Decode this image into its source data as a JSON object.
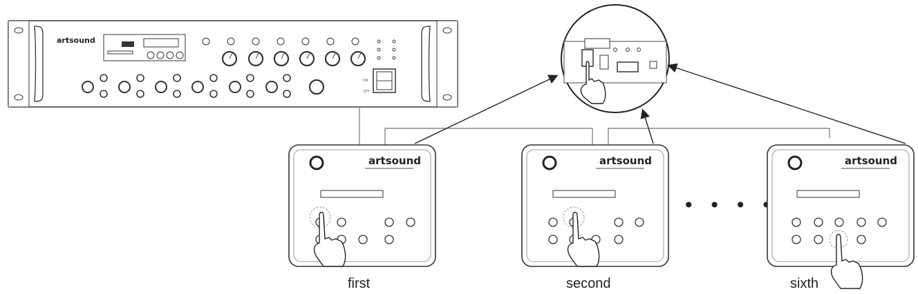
{
  "amplifier": {
    "brand": "artsound",
    "switch_on": "ON",
    "switch_off": "OFF"
  },
  "panels": [
    {
      "brand": "artsound",
      "caption": "first"
    },
    {
      "brand": "artsound",
      "caption": "second"
    },
    {
      "brand": "artsound",
      "caption": "sixth"
    }
  ],
  "ellipsis": "• • • • •"
}
